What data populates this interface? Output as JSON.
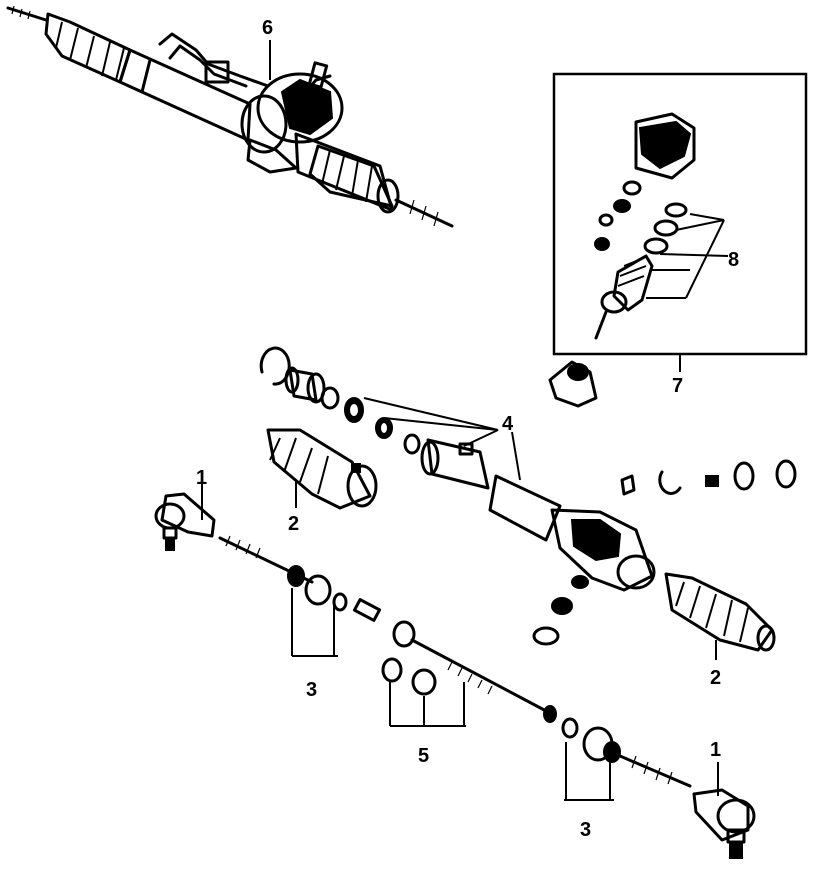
{
  "diagram": {
    "colors": {
      "ink": "#000000",
      "background": "#ffffff"
    },
    "callouts": {
      "c1a": "1",
      "c1b": "1",
      "c2a": "2",
      "c2b": "2",
      "c3a": "3",
      "c3b": "3",
      "c4": "4",
      "c5": "5",
      "c6": "6",
      "c7": "7",
      "c8": "8"
    }
  }
}
